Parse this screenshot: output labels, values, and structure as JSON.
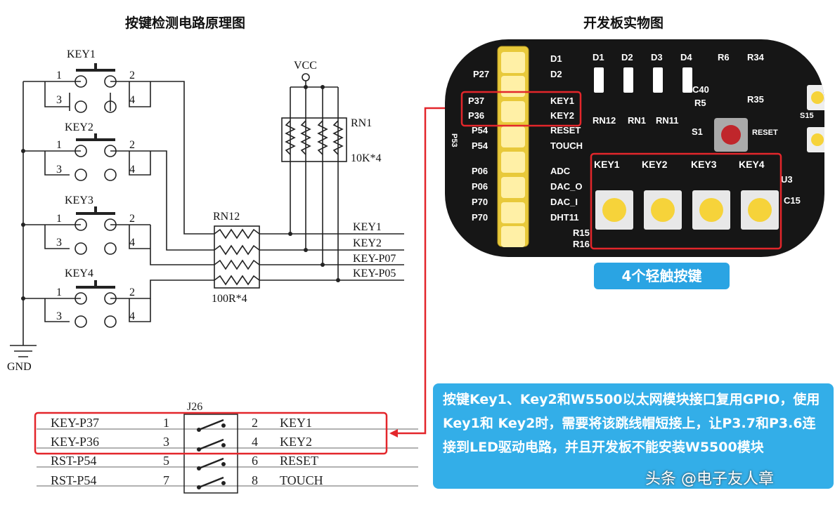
{
  "titles": {
    "schematic": "按键检测电路原理图",
    "board": "开发板实物图"
  },
  "schematic": {
    "keys": [
      "KEY1",
      "KEY2",
      "KEY3",
      "KEY4"
    ],
    "pins": [
      "1",
      "2",
      "3",
      "4"
    ],
    "vcc": "VCC",
    "gnd": "GND",
    "rn1": "RN1",
    "rn1_value": "10K*4",
    "rn12": "RN12",
    "rn12_value": "100R*4",
    "nets": [
      "KEY1",
      "KEY2",
      "KEY-P07",
      "KEY-P05"
    ]
  },
  "jumper": {
    "label": "J26",
    "rows": [
      {
        "left": "KEY-P37",
        "pin_a": "1",
        "pin_b": "2",
        "right": "KEY1"
      },
      {
        "left": "KEY-P36",
        "pin_a": "3",
        "pin_b": "4",
        "right": "KEY2"
      },
      {
        "left": "RST-P54",
        "pin_a": "5",
        "pin_b": "6",
        "right": "RESET"
      },
      {
        "left": "RST-P54",
        "pin_a": "7",
        "pin_b": "8",
        "right": "TOUCH"
      }
    ]
  },
  "board": {
    "header_left": [
      "P27",
      "P37",
      "P36",
      "P54",
      "P54",
      "P06",
      "P06",
      "P70",
      "P70"
    ],
    "header_right": [
      "D1",
      "D2",
      "KEY1",
      "KEY2",
      "RESET",
      "TOUCH",
      "ADC",
      "DAC_O",
      "DAC_I",
      "DHT11"
    ],
    "leds": [
      "D1",
      "D2",
      "D3",
      "D4"
    ],
    "parts": [
      "R6",
      "R34",
      "C40",
      "R5",
      "R35",
      "RN12",
      "RN1",
      "RN11",
      "S1",
      "RESET",
      "U3",
      "C15",
      "R15",
      "R16",
      "P53",
      "S15"
    ],
    "keys": [
      "KEY1",
      "KEY2",
      "KEY3",
      "KEY4"
    ]
  },
  "badge": "4个轻触按键",
  "note": "按键Key1、Key2和W5500以太网模块接口复用GPIO，使用Key1和 Key2时，需要将该跳线帽短接上，让P3.7和P3.6连接到LED驱动电路，并且开发板不能安装W5500模块",
  "watermark": "头条 @电子友人章",
  "colors": {
    "highlight": "#e3262b",
    "accent_blue": "#33aee8",
    "switch_yellow": "#f6d33a",
    "pcb": "#161616"
  }
}
